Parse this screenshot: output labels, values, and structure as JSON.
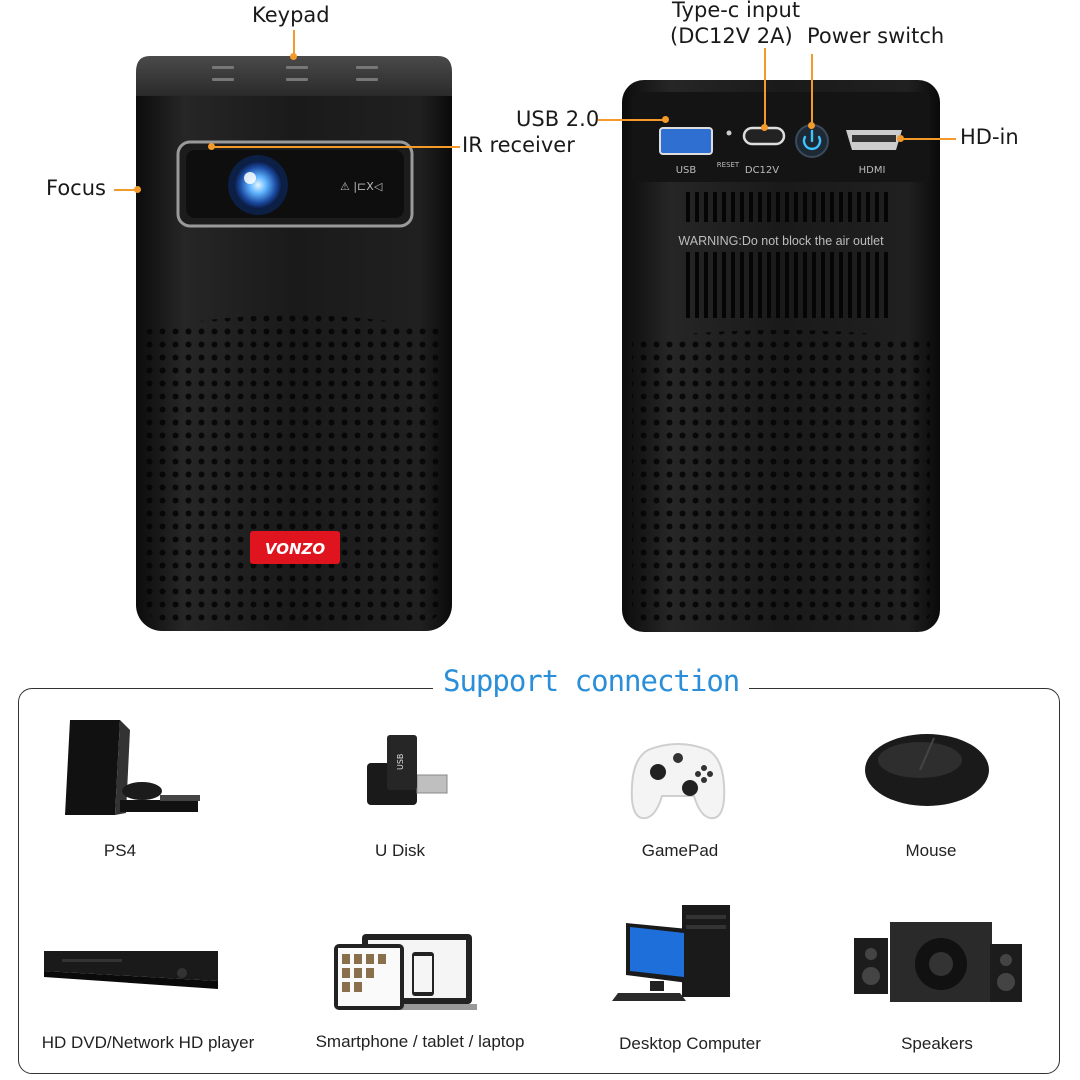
{
  "callouts": {
    "keypad": "Keypad",
    "focus": "Focus",
    "ir_receiver": "IR receiver",
    "typec_line1": "Type-c input",
    "typec_line2": "(DC12V 2A)",
    "power_switch": "Power switch",
    "usb": "USB 2.0",
    "hd_in": "HD-in"
  },
  "back_panel": {
    "usb_label": "USB",
    "reset_label": "RESET",
    "dc_label": "DC12V",
    "hdmi_label": "HDMI",
    "warning": "WARNING:Do not block the air outlet"
  },
  "brand": {
    "logo_text": "VONZO"
  },
  "support": {
    "title": "Support connection",
    "devices": [
      {
        "label": "PS4",
        "icon": "ps4-console-icon"
      },
      {
        "label": "U Disk",
        "icon": "usb-drive-icon"
      },
      {
        "label": "GamePad",
        "icon": "gamepad-icon"
      },
      {
        "label": "Mouse",
        "icon": "mouse-icon"
      },
      {
        "label": "HD DVD/Network HD player",
        "icon": "dvd-player-icon"
      },
      {
        "label": "Smartphone / tablet / laptop",
        "icon": "devices-icon"
      },
      {
        "label": "Desktop Computer",
        "icon": "desktop-computer-icon"
      },
      {
        "label": "Speakers",
        "icon": "speakers-icon"
      }
    ]
  },
  "colors": {
    "accent": "#f39a2b",
    "title_blue": "#2a8fd8",
    "logo_red": "#e0141e"
  }
}
